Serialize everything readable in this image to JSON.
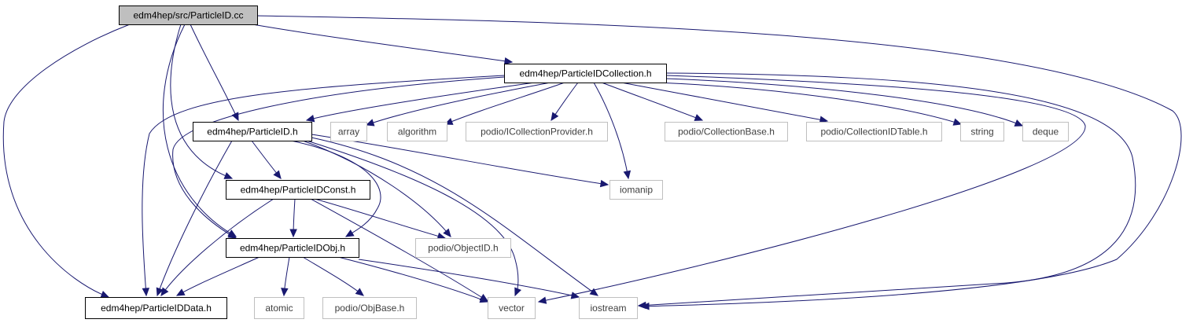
{
  "diagram": {
    "nodes": [
      {
        "id": "pid_cc",
        "label": "edm4hep/src/ParticleID.cc",
        "style": "root"
      },
      {
        "id": "pid_coll",
        "label": "edm4hep/ParticleIDCollection.h",
        "style": "documented"
      },
      {
        "id": "pid_h",
        "label": "edm4hep/ParticleID.h",
        "style": "documented"
      },
      {
        "id": "array",
        "label": "array",
        "style": "external"
      },
      {
        "id": "algorithm",
        "label": "algorithm",
        "style": "external"
      },
      {
        "id": "icollprov",
        "label": "podio/ICollectionProvider.h",
        "style": "external"
      },
      {
        "id": "collbase",
        "label": "podio/CollectionBase.h",
        "style": "external"
      },
      {
        "id": "collidtable",
        "label": "podio/CollectionIDTable.h",
        "style": "external"
      },
      {
        "id": "string",
        "label": "string",
        "style": "external"
      },
      {
        "id": "deque",
        "label": "deque",
        "style": "external"
      },
      {
        "id": "pid_const",
        "label": "edm4hep/ParticleIDConst.h",
        "style": "documented"
      },
      {
        "id": "iomanip",
        "label": "iomanip",
        "style": "external"
      },
      {
        "id": "pid_obj",
        "label": "edm4hep/ParticleIDObj.h",
        "style": "documented"
      },
      {
        "id": "objectid",
        "label": "podio/ObjectID.h",
        "style": "external"
      },
      {
        "id": "pid_data",
        "label": "edm4hep/ParticleIDData.h",
        "style": "documented"
      },
      {
        "id": "atomic",
        "label": "atomic",
        "style": "external"
      },
      {
        "id": "objbase",
        "label": "podio/ObjBase.h",
        "style": "external"
      },
      {
        "id": "vector",
        "label": "vector",
        "style": "external"
      },
      {
        "id": "iostream",
        "label": "iostream",
        "style": "external"
      }
    ],
    "edges": [
      {
        "from": "pid_cc",
        "to": "pid_coll"
      },
      {
        "from": "pid_cc",
        "to": "iostream"
      },
      {
        "from": "pid_cc",
        "to": "pid_data"
      },
      {
        "from": "pid_cc",
        "to": "pid_h"
      },
      {
        "from": "pid_cc",
        "to": "pid_const"
      },
      {
        "from": "pid_cc",
        "to": "pid_obj"
      },
      {
        "from": "pid_coll",
        "to": "pid_h"
      },
      {
        "from": "pid_coll",
        "to": "array"
      },
      {
        "from": "pid_coll",
        "to": "algorithm"
      },
      {
        "from": "pid_coll",
        "to": "icollprov"
      },
      {
        "from": "pid_coll",
        "to": "collbase"
      },
      {
        "from": "pid_coll",
        "to": "collidtable"
      },
      {
        "from": "pid_coll",
        "to": "string"
      },
      {
        "from": "pid_coll",
        "to": "deque"
      },
      {
        "from": "pid_coll",
        "to": "iomanip"
      },
      {
        "from": "pid_coll",
        "to": "vector"
      },
      {
        "from": "pid_coll",
        "to": "iostream"
      },
      {
        "from": "pid_coll",
        "to": "pid_data"
      },
      {
        "from": "pid_coll",
        "to": "pid_obj"
      },
      {
        "from": "pid_h",
        "to": "pid_const"
      },
      {
        "from": "pid_h",
        "to": "pid_obj"
      },
      {
        "from": "pid_h",
        "to": "iomanip"
      },
      {
        "from": "pid_h",
        "to": "objectid"
      },
      {
        "from": "pid_h",
        "to": "vector"
      },
      {
        "from": "pid_h",
        "to": "iostream"
      },
      {
        "from": "pid_h",
        "to": "pid_data"
      },
      {
        "from": "pid_const",
        "to": "pid_obj"
      },
      {
        "from": "pid_const",
        "to": "objectid"
      },
      {
        "from": "pid_const",
        "to": "vector"
      },
      {
        "from": "pid_const",
        "to": "pid_data"
      },
      {
        "from": "pid_obj",
        "to": "pid_data"
      },
      {
        "from": "pid_obj",
        "to": "atomic"
      },
      {
        "from": "pid_obj",
        "to": "objbase"
      },
      {
        "from": "pid_obj",
        "to": "vector"
      },
      {
        "from": "pid_obj",
        "to": "iostream"
      }
    ],
    "colors": {
      "edge": "#191970",
      "root_fill": "#bfbfbf",
      "documented_stroke": "#000000",
      "external_stroke": "#bfbfbf",
      "documented_text": "#000000",
      "external_text": "#404040"
    }
  }
}
